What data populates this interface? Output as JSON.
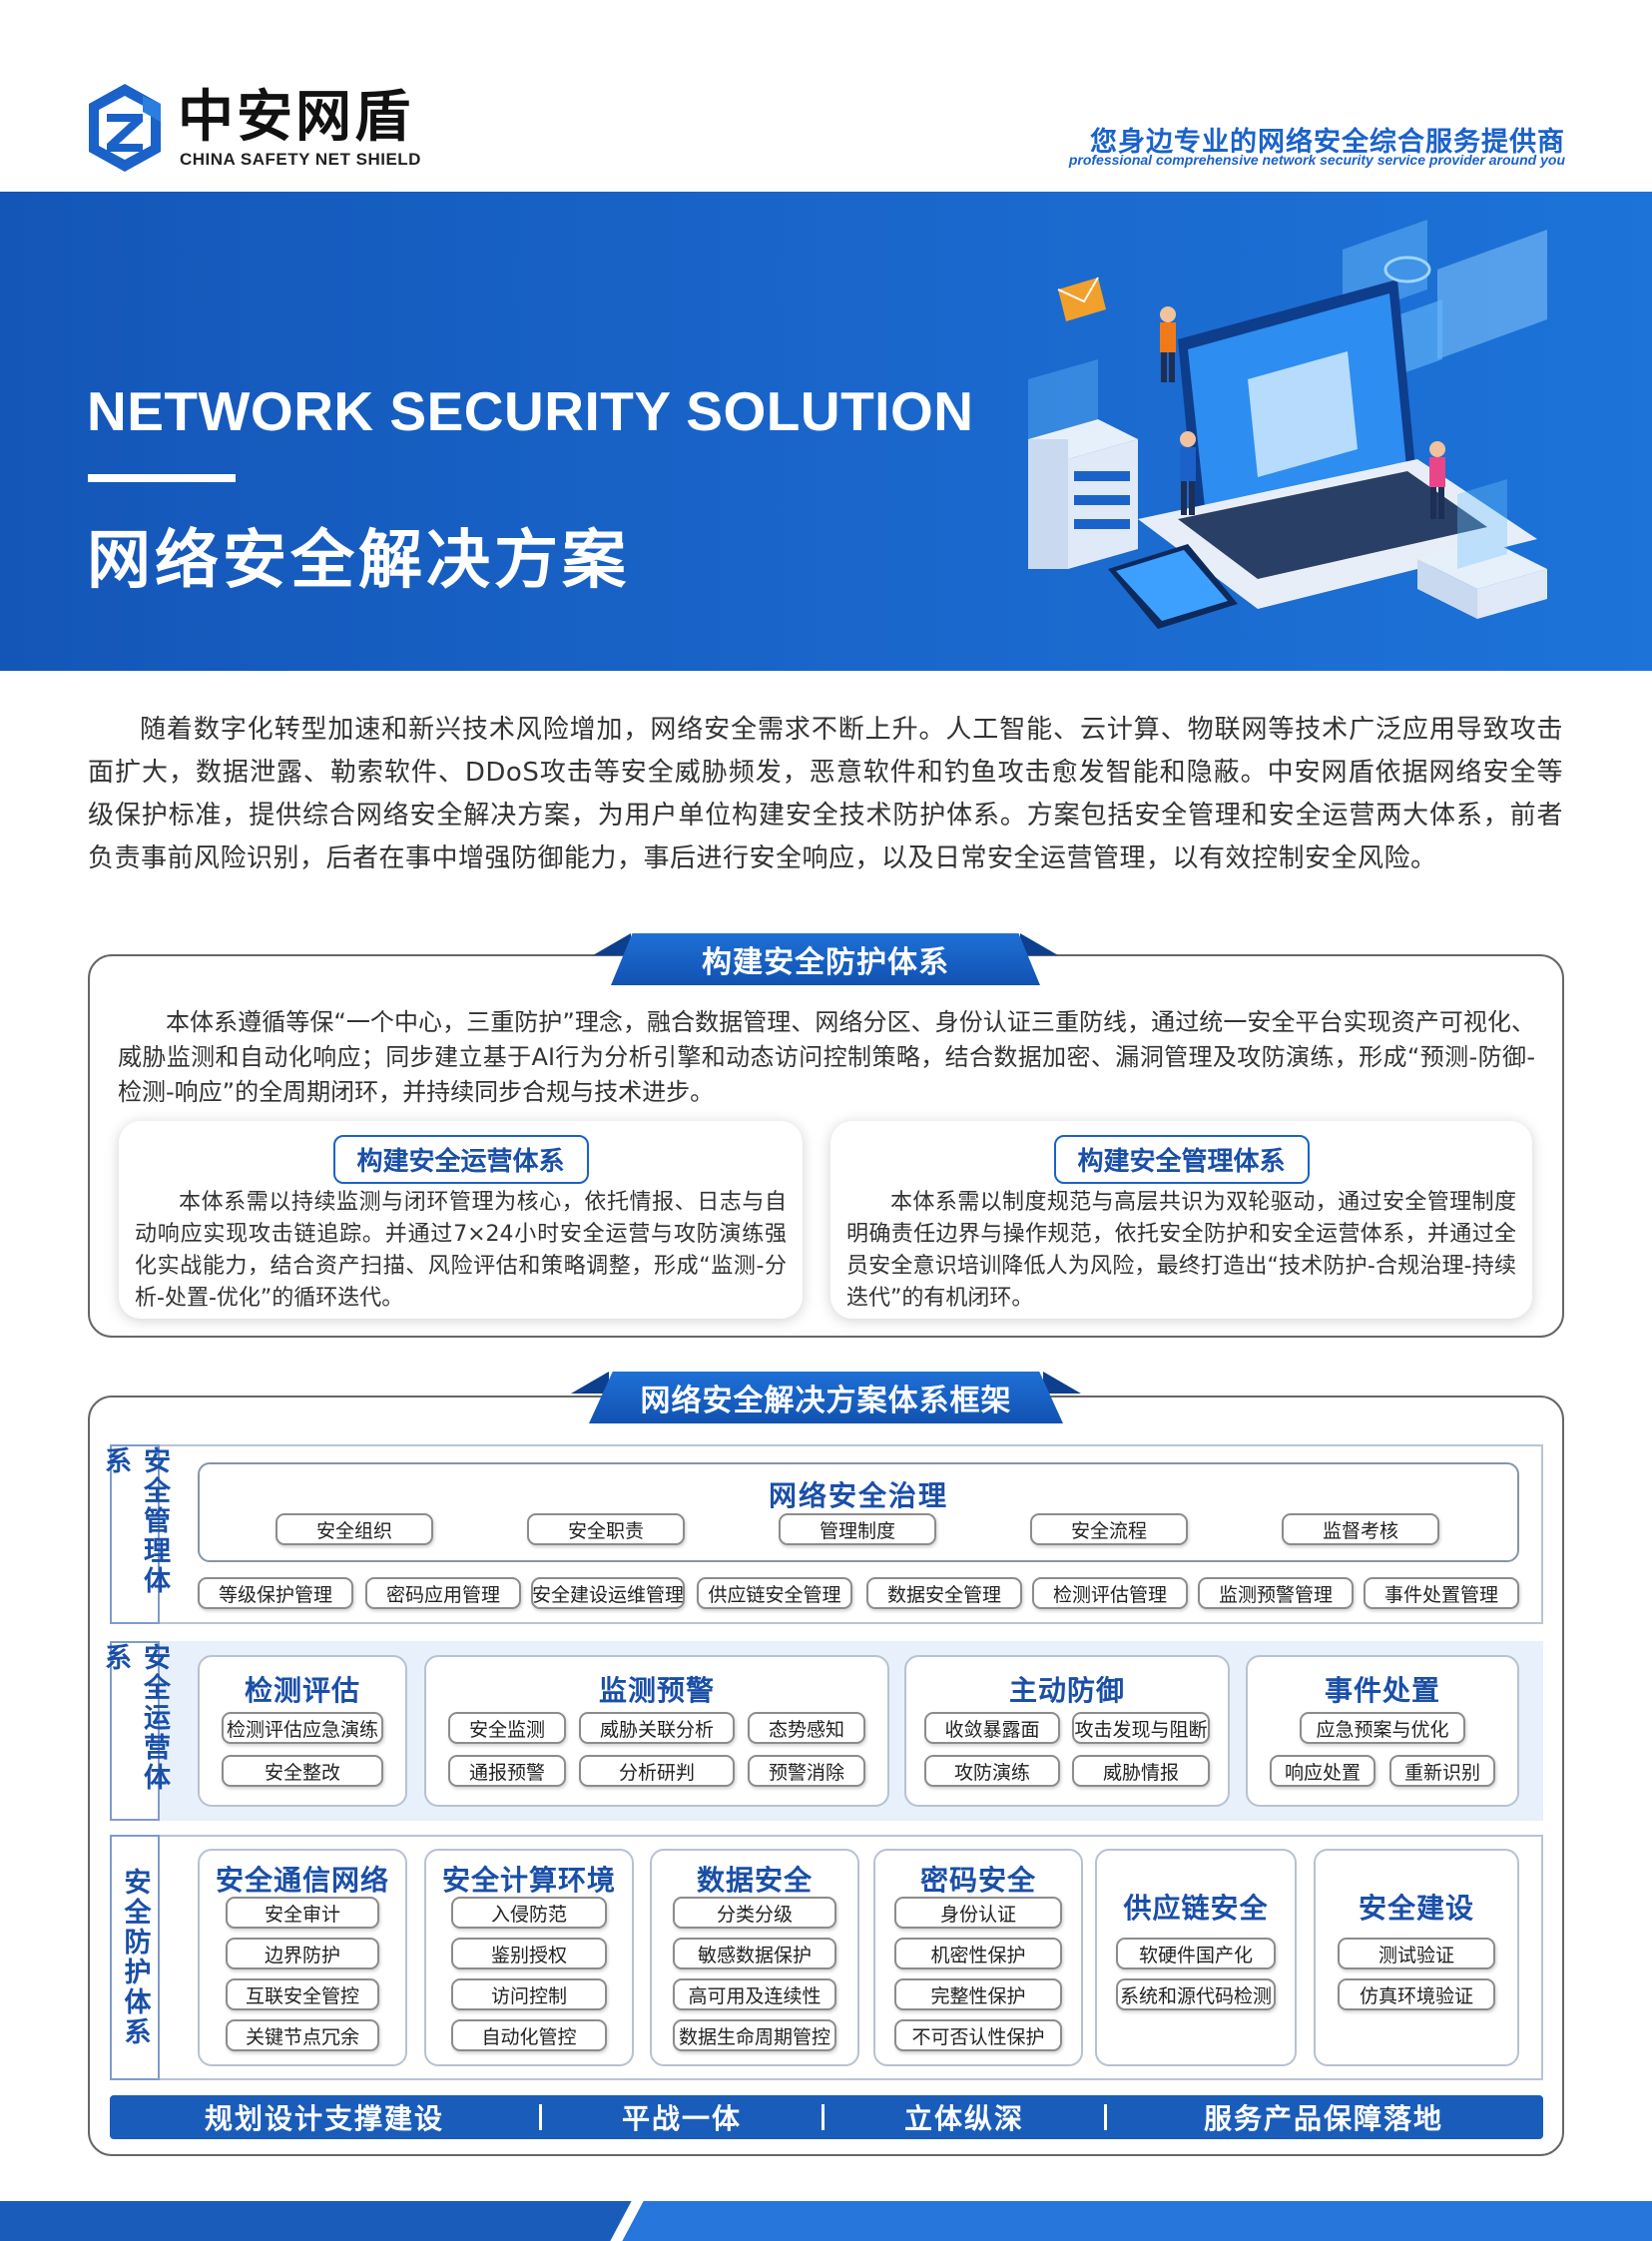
{
  "header": {
    "brand_cn": "中安网盾",
    "brand_en": "CHINA SAFETY NET SHIELD",
    "slogan_cn": "您身边专业的网络安全综合服务提供商",
    "slogan_en": "professional comprehensive network security service provider around you"
  },
  "banner": {
    "title_en": "NETWORK SECURITY SOLUTION",
    "title_cn": "网络安全解决方案"
  },
  "intro": "随着数字化转型加速和新兴技术风险增加，网络安全需求不断上升。人工智能、云计算、物联网等技术广泛应用导致攻击面扩大，数据泄露、勒索软件、DDoS攻击等安全威胁频发，恶意软件和钓鱼攻击愈发智能和隐蔽。中安网盾依据网络安全等级保护标准，提供综合网络安全解决方案，为用户单位构建安全技术防护体系。方案包括安全管理和安全运营两大体系，前者负责事前风险识别，后者在事中增强防御能力，事后进行安全响应，以及日常安全运营管理，以有效控制安全风险。",
  "section1": {
    "title": "构建安全防护体系",
    "text": "本体系遵循等保“一个中心，三重防护”理念，融合数据管理、网络分区、身份认证三重防线，通过统一安全平台实现资产可视化、威胁监测和自动化响应；同步建立基于AI行为分析引擎和动态访问控制策略，结合数据加密、漏洞管理及攻防演练，形成“预测-防御-检测-响应”的全周期闭环，并持续同步合规与技术进步。",
    "card_left": {
      "title": "构建安全运营体系",
      "text": "本体系需以持续监测与闭环管理为核心，依托情报、日志与自动响应实现攻击链追踪。并通过7×24小时安全运营与攻防演练强化实战能力，结合资产扫描、风险评估和策略调整，形成“监测-分析-处置-优化”的循环迭代。"
    },
    "card_right": {
      "title": "构建安全管理体系",
      "text": "本体系需以制度规范与高层共识为双轮驱动，通过安全管理制度明确责任边界与操作规范，依托安全防护和安全运营体系，并通过全员安全意识培训降低人为风险，最终打造出“技术防护-合规治理-持续迭代”的有机闭环。"
    }
  },
  "section2": {
    "title": "网络安全解决方案体系框架",
    "management": {
      "label": "安全管理体系",
      "governance_title": "网络安全治理",
      "governance_items": [
        "安全组织",
        "安全职责",
        "管理制度",
        "安全流程",
        "监督考核"
      ],
      "items": [
        "等级保护管理",
        "密码应用管理",
        "安全建设运维管理",
        "供应链安全管理",
        "数据安全管理",
        "检测评估管理",
        "监测预警管理",
        "事件处置管理"
      ]
    },
    "operation": {
      "label": "安全运营体系",
      "panels": [
        {
          "title": "检测评估",
          "items": [
            "检测评估应急演练",
            "安全整改"
          ]
        },
        {
          "title": "监测预警",
          "items": [
            "安全监测",
            "威胁关联分析",
            "态势感知",
            "通报预警",
            "分析研判",
            "预警消除"
          ]
        },
        {
          "title": "主动防御",
          "items": [
            "收敛暴露面",
            "攻击发现与阻断",
            "攻防演练",
            "威胁情报"
          ]
        },
        {
          "title": "事件处置",
          "items": [
            "应急预案与优化",
            "响应处置",
            "重新识别"
          ]
        }
      ]
    },
    "protection": {
      "label": "安全防护体系",
      "panels": [
        {
          "title": "安全通信网络",
          "items": [
            "安全审计",
            "边界防护",
            "互联安全管控",
            "关键节点冗余"
          ]
        },
        {
          "title": "安全计算环境",
          "items": [
            "入侵防范",
            "鉴别授权",
            "访问控制",
            "自动化管控"
          ]
        },
        {
          "title": "数据安全",
          "items": [
            "分类分级",
            "敏感数据保护",
            "高可用及连续性",
            "数据生命周期管控"
          ]
        },
        {
          "title": "密码安全",
          "items": [
            "身份认证",
            "机密性保护",
            "完整性保护",
            "不可否认性保护"
          ]
        },
        {
          "title": "供应链安全",
          "items": [
            "软硬件国产化",
            "系统和源代码检测"
          ]
        },
        {
          "title": "安全建设",
          "items": [
            "测试验证",
            "仿真环境验证"
          ]
        }
      ]
    },
    "bottom_bar": [
      "规划设计支撑建设",
      "平战一体",
      "立体纵深",
      "服务产品保障落地"
    ]
  },
  "colors": {
    "brand_blue": "#1a62c9",
    "dark_blue": "#1a4fa8",
    "bar_blue": "#1a5cba"
  }
}
